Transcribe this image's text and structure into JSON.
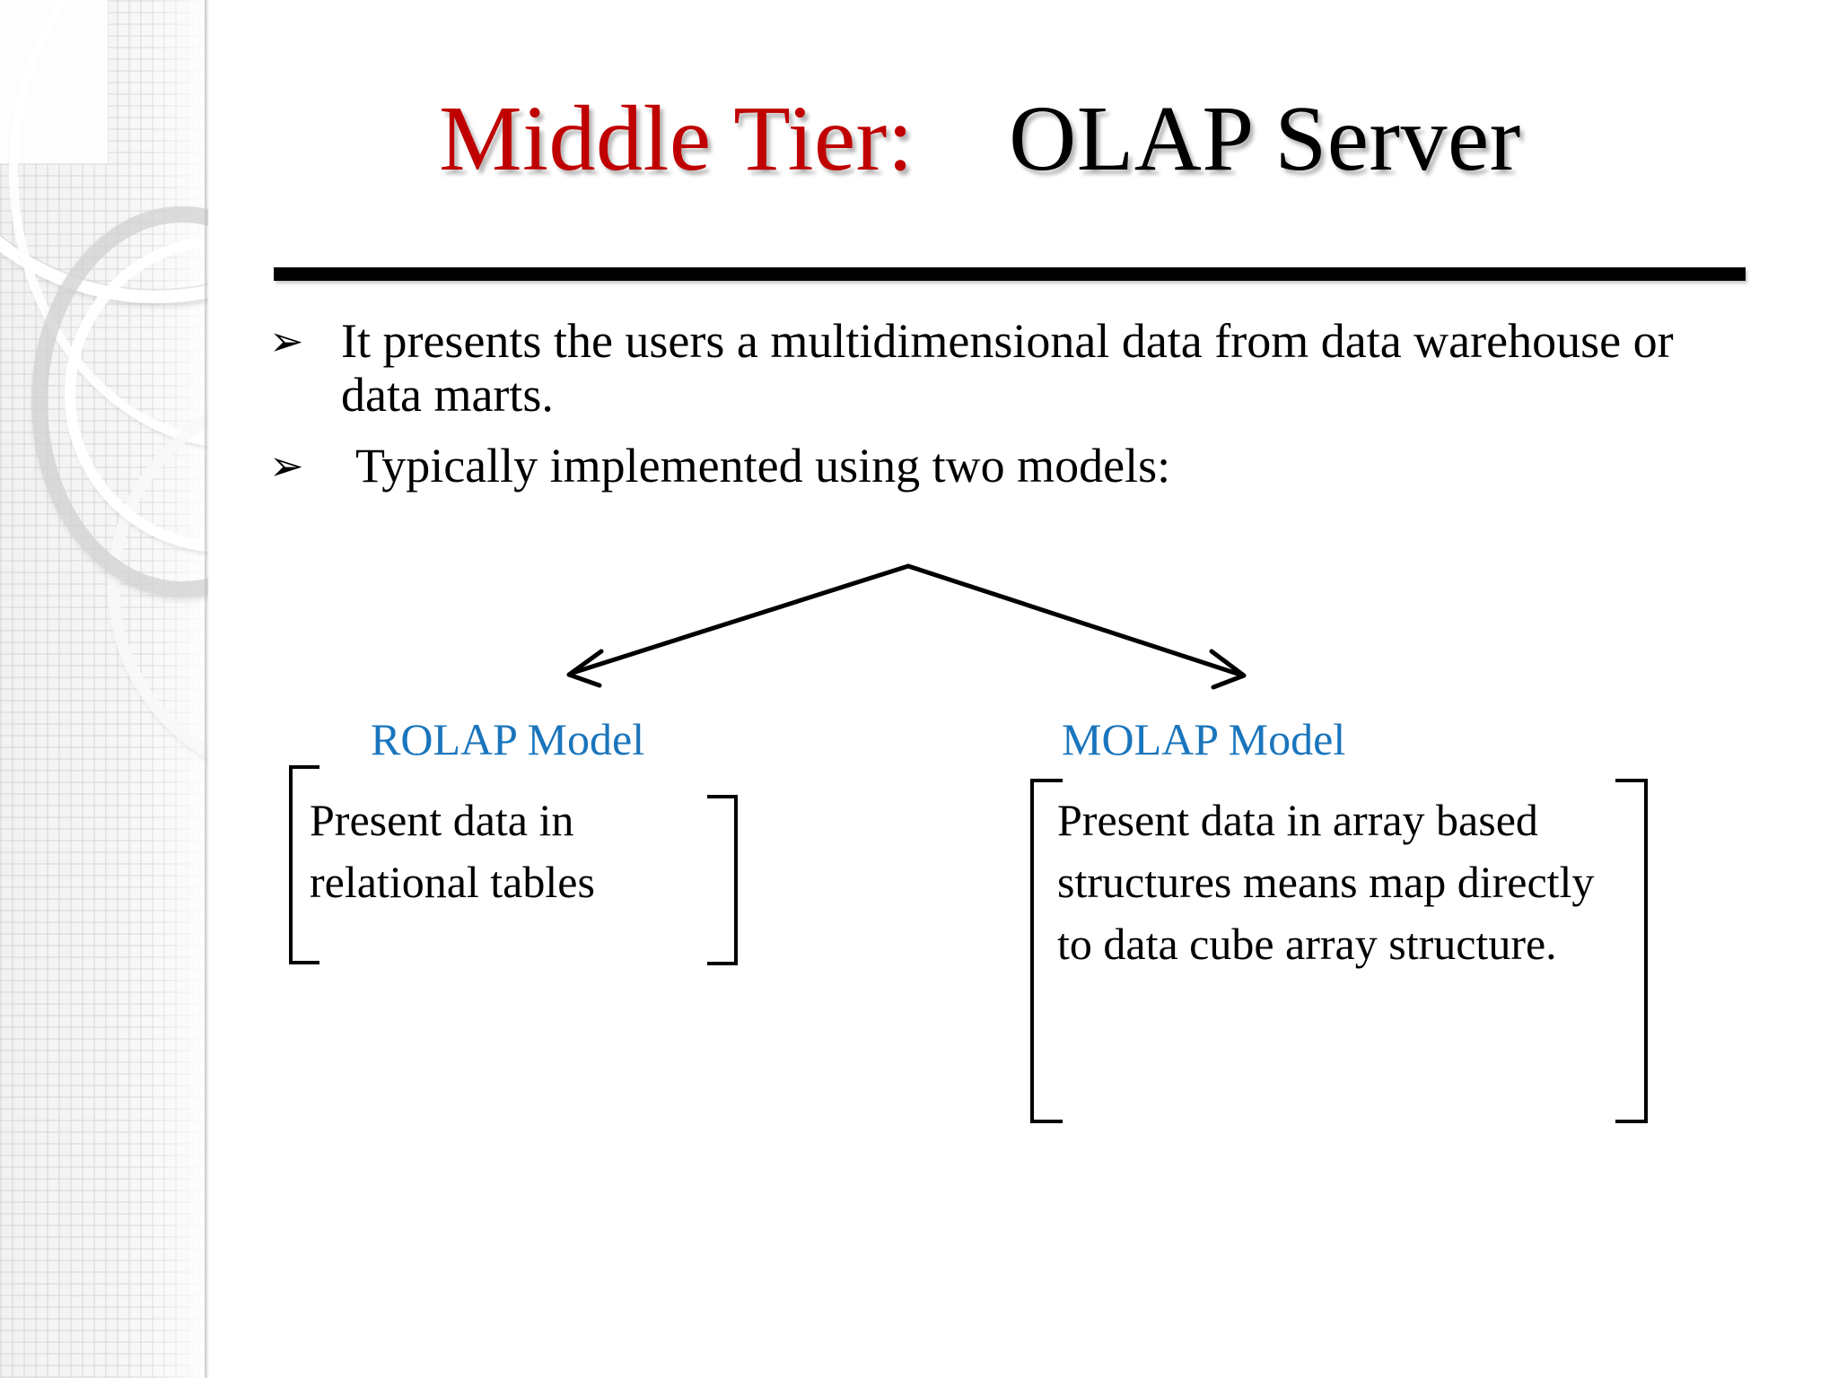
{
  "slide": {
    "title": {
      "red_part": "Middle Tier:",
      "black_part": "OLAP Server",
      "red_color": "#C00000",
      "black_color": "#000000"
    },
    "bullets": [
      {
        "marker": "➢",
        "text": "It presents the users a multidimensional data from data warehouse or data marts."
      },
      {
        "marker": "➢",
        "text": "Typically implemented using two models:"
      }
    ],
    "branch": {
      "left_arrow_label": "arrow-to-rolap",
      "right_arrow_label": "arrow-to-molap"
    },
    "models": [
      {
        "name": "ROLAP Model",
        "color": "#1A75BC",
        "description": "Present data in relational tables"
      },
      {
        "name": "MOLAP Model",
        "color": "#1A75BC",
        "description": "Present data in array based structures means map directly to data cube array structure."
      }
    ]
  }
}
